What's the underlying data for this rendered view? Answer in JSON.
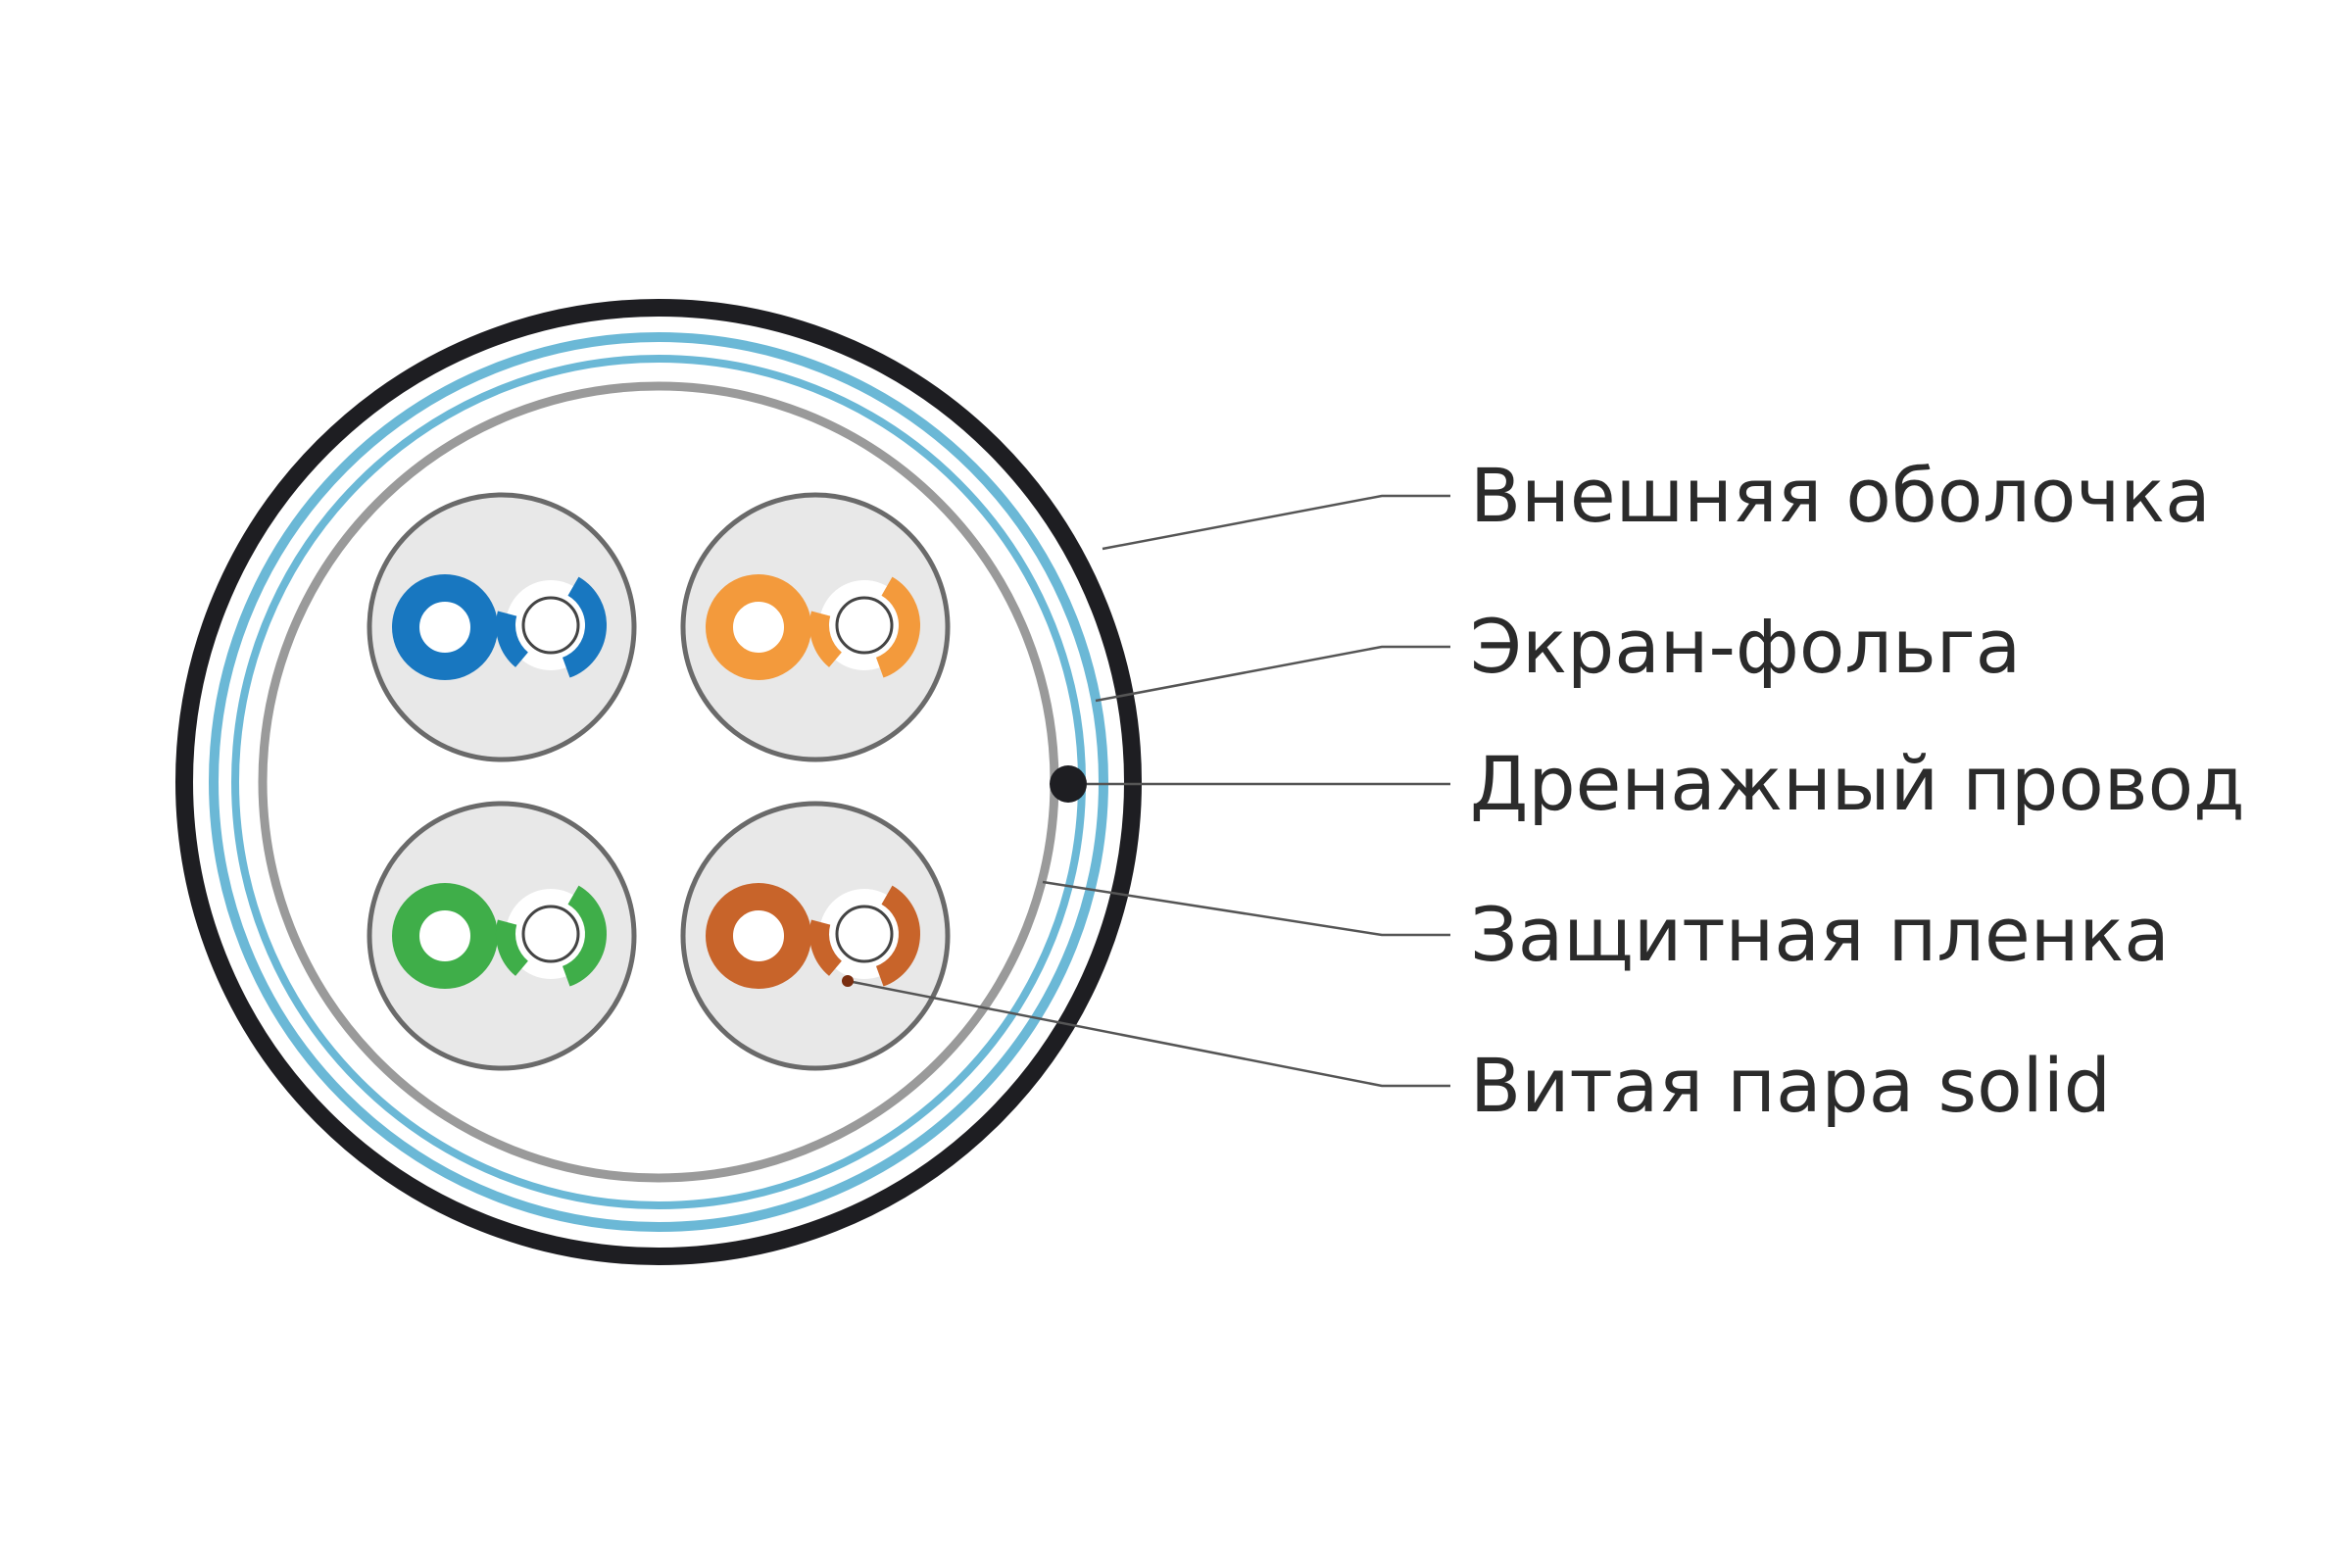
{
  "colors": {
    "outer_sheath": "#1e1e22",
    "foil": "#6bb8d6",
    "film": "#9a9a9a",
    "pair_fill": "#e8e8e8",
    "pair_outline": "#6a6a6a",
    "leader": "#555555",
    "drain": "#1e1e22"
  },
  "pairs": [
    {
      "color": "#1877c0",
      "icon": "blue-pair-icon"
    },
    {
      "color": "#f39a3c",
      "icon": "orange-pair-icon"
    },
    {
      "color": "#3fae49",
      "icon": "green-pair-icon"
    },
    {
      "color": "#c8642a",
      "icon": "brown-pair-icon"
    }
  ],
  "labels": [
    {
      "text": "Внешняя оболочка"
    },
    {
      "text": "Экран-фольга"
    },
    {
      "text": "Дренажный провод"
    },
    {
      "text": "Защитная пленка"
    },
    {
      "text": "Витая пара solid"
    }
  ]
}
